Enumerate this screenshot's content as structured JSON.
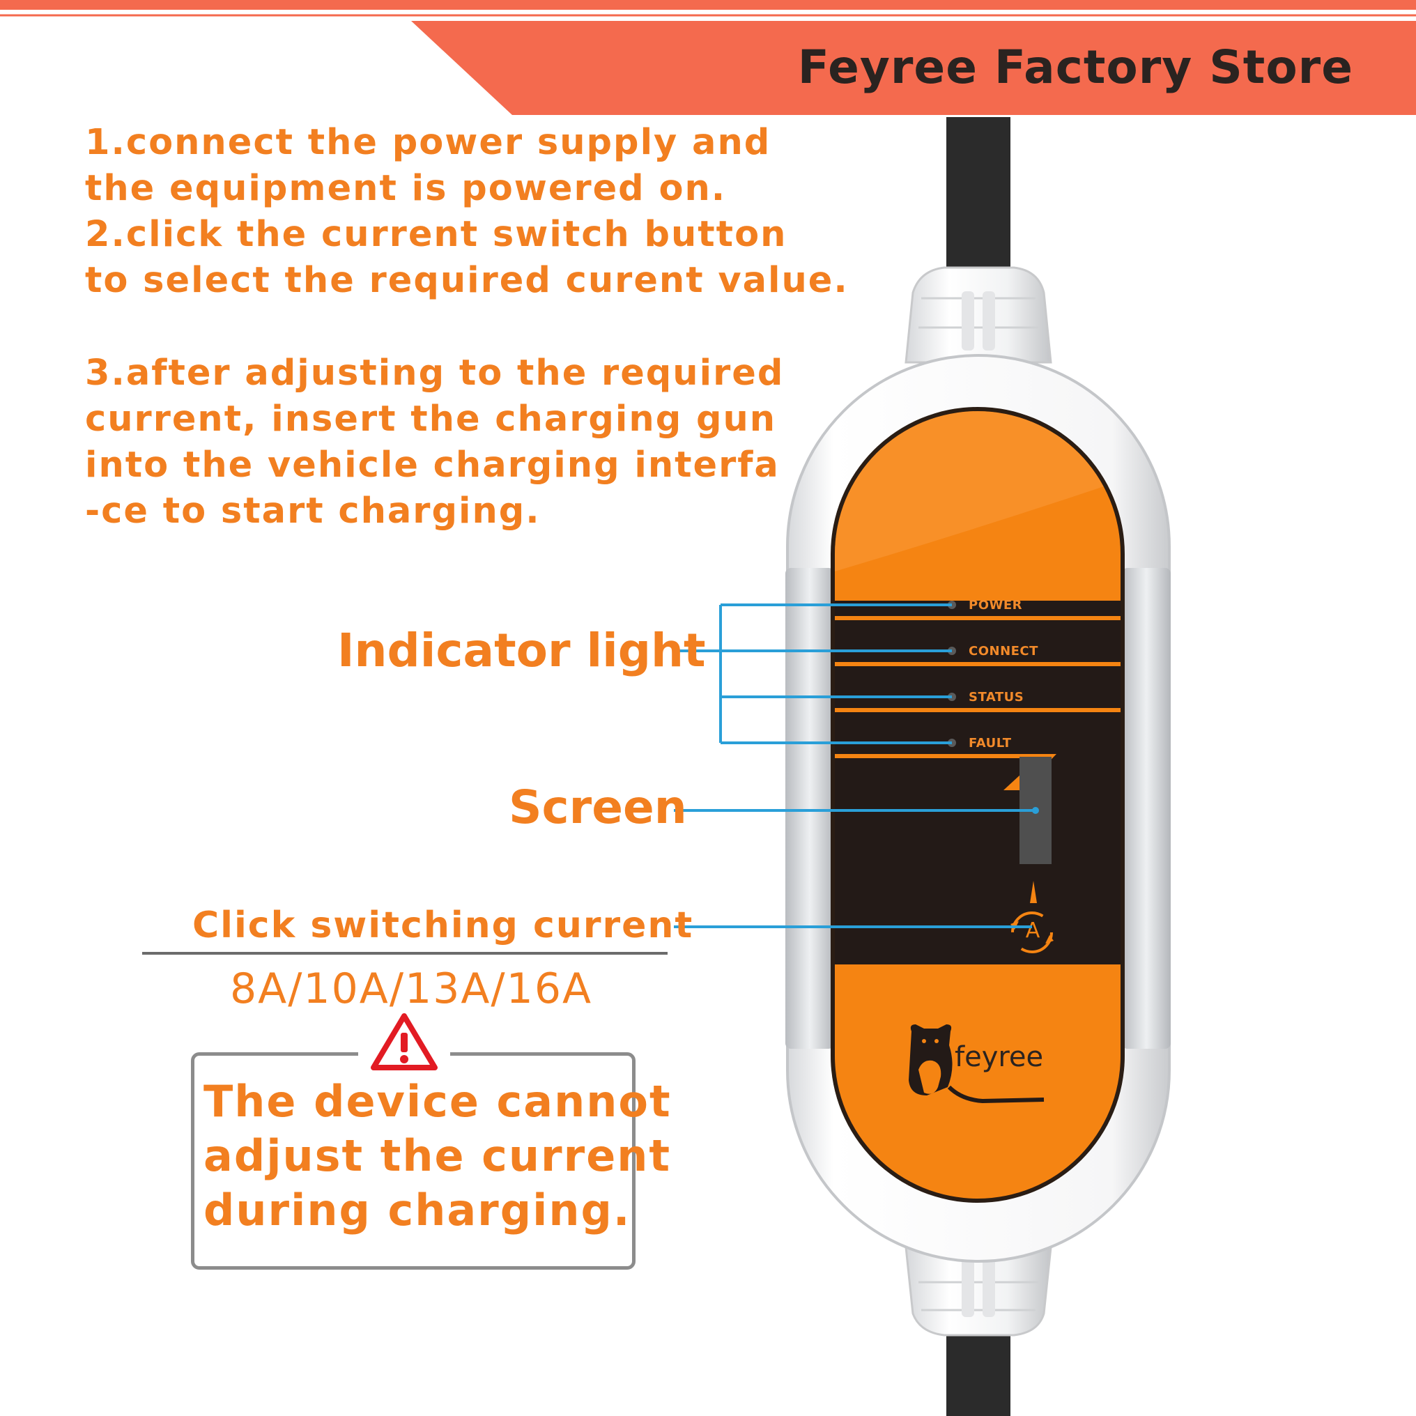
{
  "header": {
    "store_name": "Feyree Factory Store",
    "banner_color": "#f46a4e"
  },
  "instructions": [
    "1.connect the power supply and",
    "the equipment is powered on.",
    "2.click the current switch button",
    "to select the required curent value.",
    "3.after adjusting to the required",
    "current, insert the charging gun",
    "into the vehicle charging interfa",
    "-ce to start charging."
  ],
  "callouts": {
    "indicator_light": "Indicator light",
    "screen": "Screen",
    "click_switching": "Click switching current",
    "current_values": "8A/10A/13A/16A"
  },
  "device": {
    "leds": [
      "POWER",
      "CONNECT",
      "STATUS",
      "FAULT"
    ],
    "current_button_label": "A",
    "brand": "feyree",
    "accent_color": "#f58412",
    "panel_color": "#231a17"
  },
  "warning": {
    "icon": "warning-triangle-icon",
    "lines": [
      "The device cannot",
      "adjust the current",
      "during charging."
    ]
  }
}
